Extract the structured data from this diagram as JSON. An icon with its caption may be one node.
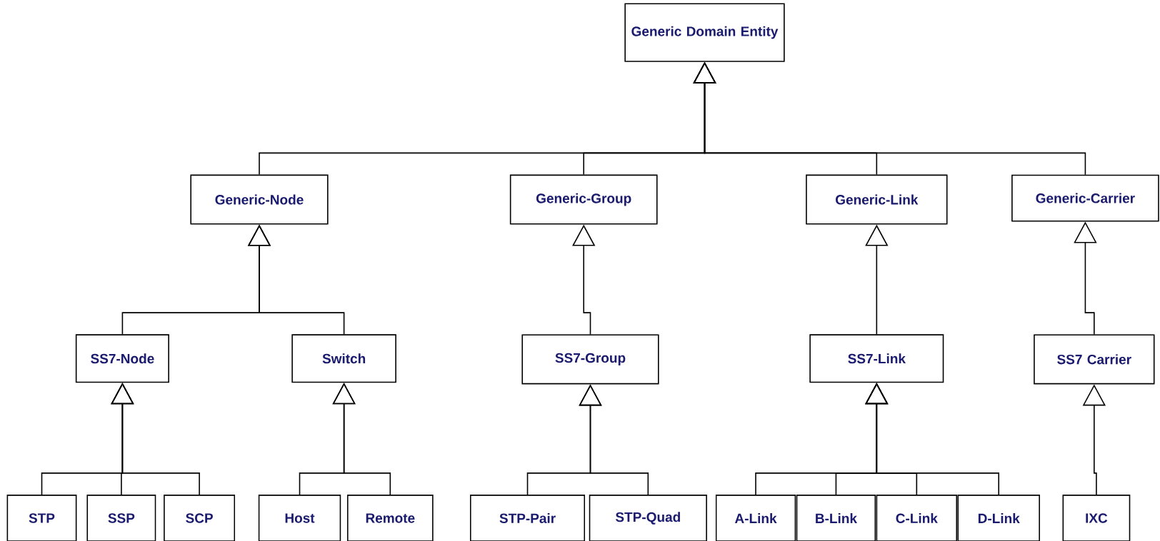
{
  "diagram": {
    "nodes": [
      {
        "text": [
          "Generic Domain Entity"
        ]
      },
      {
        "text": [
          "Generic-Node"
        ]
      },
      {
        "text": [
          "Generic-Group"
        ]
      },
      {
        "text": [
          "Generic-Link"
        ]
      },
      {
        "text": [
          "Generic-Carrier"
        ]
      },
      {
        "text": [
          "SS7-Node"
        ]
      },
      {
        "text": [
          "Switch"
        ]
      },
      {
        "text": [
          "SS7-Group"
        ]
      },
      {
        "text": [
          "SS7-Link"
        ]
      },
      {
        "text": [
          "SS7 Carrier"
        ]
      },
      {
        "text": [
          "STP"
        ]
      },
      {
        "text": [
          "SSP"
        ]
      },
      {
        "text": [
          "SCP"
        ]
      },
      {
        "text": [
          "Host"
        ]
      },
      {
        "text": [
          "Remote"
        ]
      },
      {
        "text": [
          "STP-Pair"
        ]
      },
      {
        "text": [
          "STP-Quad"
        ]
      },
      {
        "text": [
          "A-Link"
        ]
      },
      {
        "text": [
          "B-Link"
        ]
      },
      {
        "text": [
          "C-Link"
        ]
      },
      {
        "text": [
          "D-Link"
        ]
      },
      {
        "text": [
          "IXC"
        ]
      }
    ],
    "edges": [
      {
        "from": 1,
        "to": 0,
        "arrow": "to"
      },
      {
        "from": 2,
        "to": 0,
        "arrow": "to"
      },
      {
        "from": 3,
        "to": 0,
        "arrow": "to"
      },
      {
        "from": 4,
        "to": 0,
        "arrow": "to"
      },
      {
        "from": 5,
        "to": 1,
        "arrow": "to"
      },
      {
        "from": 6,
        "to": 1,
        "arrow": "to"
      },
      {
        "from": 7,
        "to": 2,
        "arrow": "to"
      },
      {
        "from": 8,
        "to": 3,
        "arrow": "to"
      },
      {
        "from": 9,
        "to": 4,
        "arrow": "to"
      },
      {
        "from": 10,
        "to": 5,
        "arrow": "to"
      },
      {
        "from": 11,
        "to": 5,
        "arrow": "to"
      },
      {
        "from": 12,
        "to": 5,
        "arrow": "to"
      },
      {
        "from": 13,
        "to": 6,
        "arrow": "to"
      },
      {
        "from": 14,
        "to": 6,
        "arrow": "to"
      },
      {
        "from": 15,
        "to": 7,
        "arrow": "to"
      },
      {
        "from": 16,
        "to": 7,
        "arrow": "to"
      },
      {
        "from": 17,
        "to": 8,
        "arrow": "to"
      },
      {
        "from": 18,
        "to": 8,
        "arrow": "to"
      },
      {
        "from": 19,
        "to": 8,
        "arrow": "to"
      },
      {
        "from": 20,
        "to": 8,
        "arrow": "to"
      },
      {
        "from": 21,
        "to": 9,
        "arrow": "to"
      }
    ]
  }
}
